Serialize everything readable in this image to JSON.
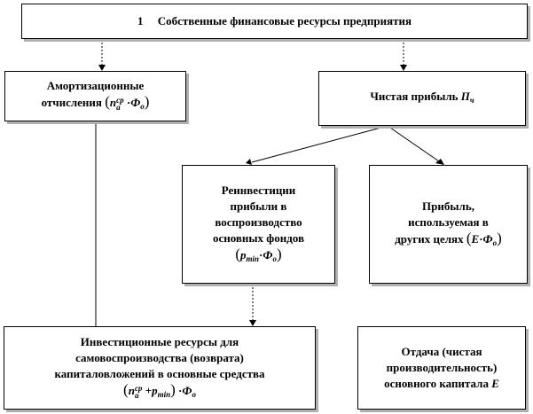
{
  "boxes": {
    "top": {
      "number": "1",
      "title": "Собственные финансовые ресурсы предприятия"
    },
    "amortization": {
      "line1": "Амортизационные",
      "line2": "отчисления",
      "formula": {
        "n": "n",
        "sub": "a",
        "sup": "ср",
        "op": "·",
        "phi": "Ф",
        "phi_sub": "o"
      }
    },
    "net_profit": {
      "text": "Чистая прибыль",
      "symbol": "П",
      "symbol_sub": "ч"
    },
    "reinvestment": {
      "line1": "Реинвестиции",
      "line2": "прибыли в",
      "line3": "воспроизводство",
      "line4": "основных фондов",
      "formula": {
        "p": "p",
        "sub": "min",
        "op": "·",
        "phi": "Ф",
        "phi_sub": "o"
      }
    },
    "other_profit": {
      "line1": "Прибыль,",
      "line2": "используемая в",
      "line3": "других целях",
      "formula": {
        "e": "E",
        "op": "·",
        "phi": "Ф",
        "phi_sub": "o"
      }
    },
    "investment": {
      "line1": "Инвестиционные ресурсы для",
      "line2": "самовоспроизводства (возврата)",
      "line3": "капиталовложений в основные средства",
      "formula": {
        "n": "n",
        "n_sub": "a",
        "n_sup": "ср",
        "plus": "+",
        "p": "p",
        "p_sub": "min",
        "op": "·",
        "phi": "Ф",
        "phi_sub": "o"
      }
    },
    "return": {
      "line1": "Отдача (чистая",
      "line2": "производительность)",
      "line3": "основного капитала",
      "symbol": "E"
    }
  }
}
